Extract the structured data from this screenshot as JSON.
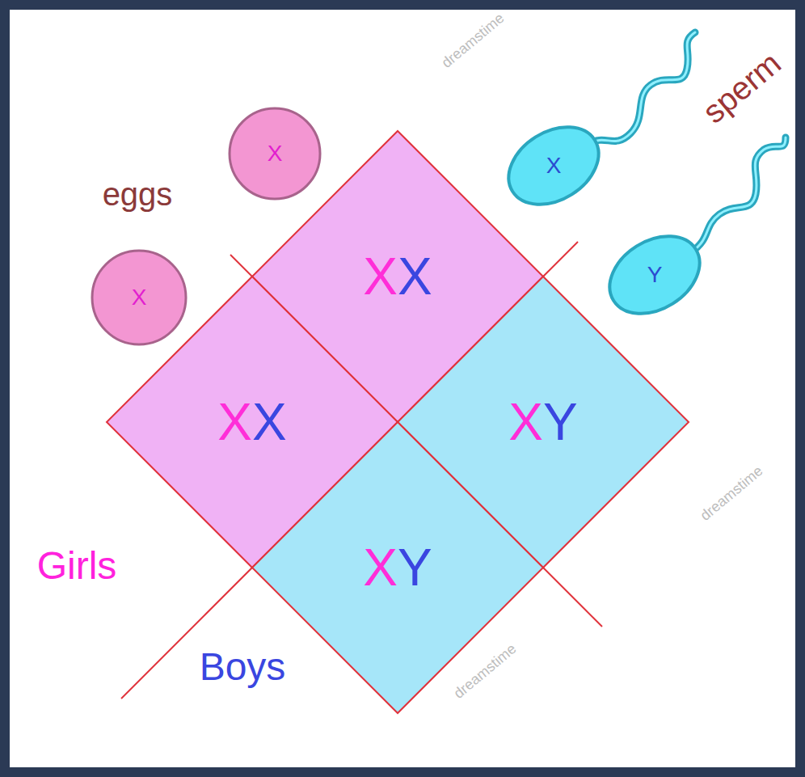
{
  "diagram": {
    "nodes": [
      {
        "text": [
          "X"
        ]
      },
      {
        "text": [
          "X"
        ]
      },
      {
        "text": [
          "X"
        ]
      },
      {
        "text": [
          "Y"
        ]
      },
      {
        "text": [
          "XX"
        ]
      },
      {
        "text": [
          "XX"
        ]
      },
      {
        "text": [
          "XY"
        ]
      },
      {
        "text": [
          "XY"
        ]
      }
    ],
    "labels": [
      "eggs",
      "sperm",
      "Girls",
      "Boys",
      "dreamstime",
      "dreamstime",
      "dreamstime"
    ]
  }
}
